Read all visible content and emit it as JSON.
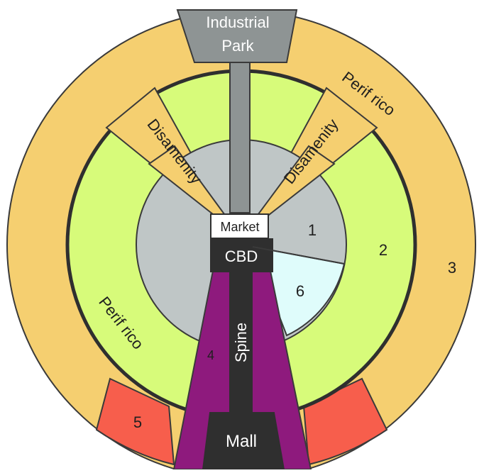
{
  "labels": {
    "industrial_park_line1": "Industrial",
    "industrial_park_line2": "Park",
    "periferico_top": "Perif rico",
    "periferico_left": "Perif rico",
    "disamenity_left": "Disamenity",
    "disamenity_right": "Disamenity",
    "market": "Market",
    "cbd": "CBD",
    "spine": "Spine",
    "mall": "Mall"
  },
  "zone_numbers": {
    "zone1": "1",
    "zone2": "2",
    "zone3": "3",
    "zone4": "4",
    "zone5": "5",
    "zone6": "6"
  },
  "colors": {
    "periferico": "#f5cf70",
    "green_ring": "#d7fb7a",
    "inner_gray": "#bfc6c6",
    "zone6_cyan": "#dffcfb",
    "spine_purple": "#8e1a7d",
    "zone5_red": "#f75e4c",
    "dark": "#2f2f2f",
    "road_gray": "#8e9494",
    "stroke": "#3a3a3a"
  }
}
